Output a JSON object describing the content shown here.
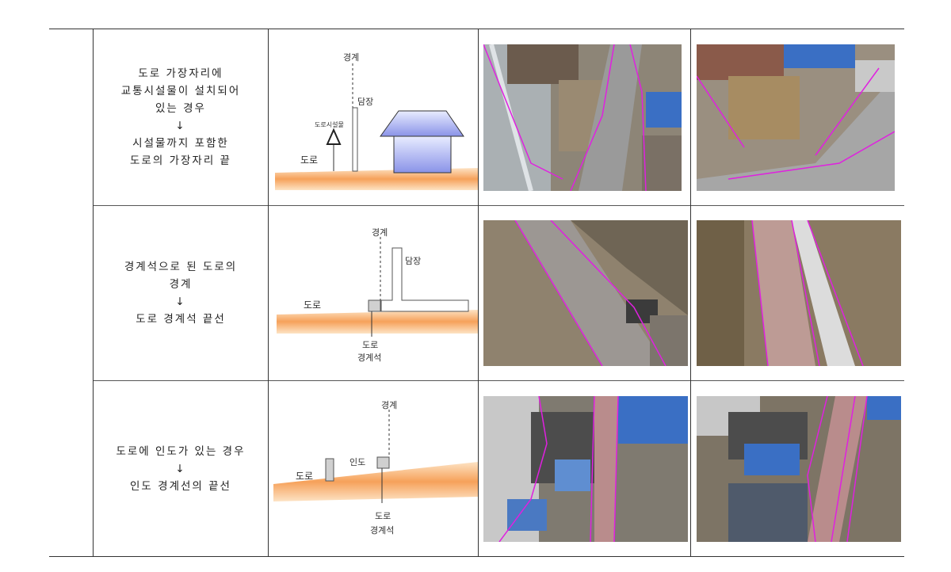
{
  "rows": [
    {
      "desc": [
        "도로 가장자리에",
        "교통시설물이 설치되어",
        "있는 경우",
        "↓",
        "시설물까지 포함한",
        "도로의 가장자리 끝"
      ],
      "diagram": {
        "boundary": "경계",
        "wall": "담장",
        "facility": "도로시설물",
        "road": "도로"
      }
    },
    {
      "desc": [
        "경계석으로 된 도로의",
        "경계",
        "↓",
        "도로 경계석 끝선"
      ],
      "diagram": {
        "boundary": "경계",
        "wall": "담장",
        "road": "도로",
        "curb_1": "도로",
        "curb_2": "경계석"
      }
    },
    {
      "desc": [
        "도로에 인도가 있는 경우",
        "↓",
        "인도 경계선의 끝선"
      ],
      "diagram": {
        "boundary": "경계",
        "sidewalk": "인도",
        "road": "도로",
        "curb_1": "도로",
        "curb_2": "경계석"
      }
    }
  ],
  "colors": {
    "boundary_line": "#e020e0",
    "road_gradient_start": "#f4a460",
    "roof_blue": "#3a6fc4"
  }
}
